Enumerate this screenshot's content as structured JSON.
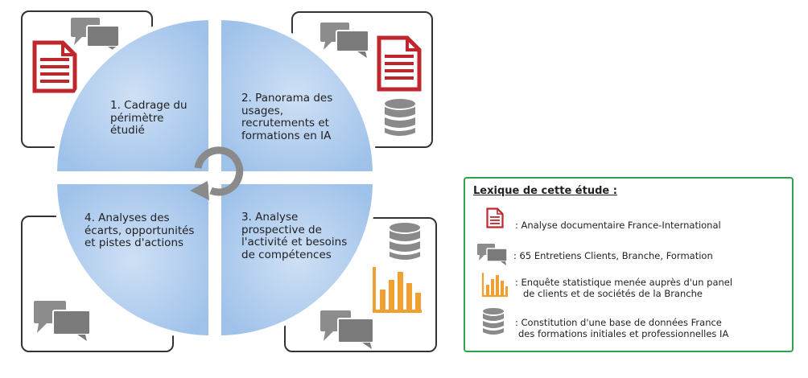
{
  "quadrants": [
    {
      "lines": [
        "1. Cadrage du",
        "périmètre",
        "étudié"
      ]
    },
    {
      "lines": [
        "2. Panorama des",
        "usages,",
        "recrutements et",
        "formations en IA"
      ]
    },
    {
      "lines": [
        "3. Analyse",
        "prospective de",
        "l'activité et besoins",
        "de compétences"
      ]
    },
    {
      "lines": [
        "4. Analyses des",
        "écarts, opportunités",
        "et pistes d'actions"
      ]
    }
  ],
  "legend": {
    "title": "Lexique de cette étude :",
    "items": [
      {
        "icon": "document-icon",
        "lines": [
          ": Analyse documentaire France-International"
        ]
      },
      {
        "icon": "chat-bubbles-icon",
        "lines": [
          ": 65 Entretiens Clients, Branche, Formation"
        ]
      },
      {
        "icon": "bar-chart-icon",
        "lines": [
          ":  Enquête statistique menée auprès d'un panel",
          "de clients et de sociétés de la Branche"
        ]
      },
      {
        "icon": "database-icon",
        "lines": [
          ":  Constitution d'une base de données France",
          "des formations initiales et professionnelles IA"
        ]
      }
    ]
  },
  "colors": {
    "quadrant_fill": "#a9c8ec",
    "quadrant_fill_2": "#bfd6f2",
    "document_red": "#c0272d",
    "chart_orange": "#f0a030",
    "icon_gray": "#8c8c8c",
    "legend_border": "#2fa34a",
    "cycle_arrow": "#8a8a8a"
  }
}
